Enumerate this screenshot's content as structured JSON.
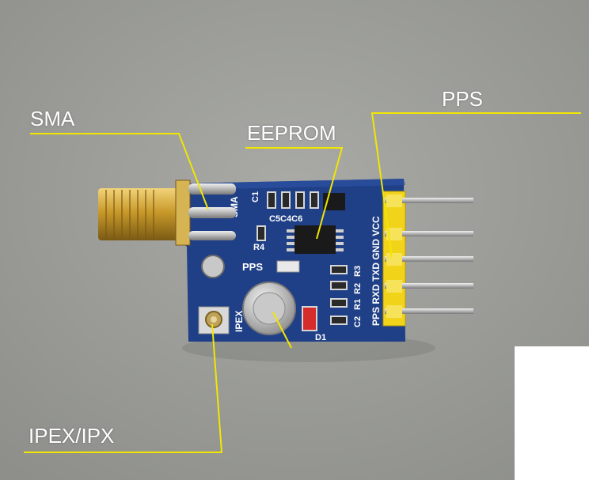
{
  "callouts": {
    "sma": "SMA",
    "eeprom": "EEPROM",
    "pps": "PPS",
    "ipex": "IPEX/IPX"
  },
  "board_silkscreen": {
    "sma": "SMA",
    "ipex": "IPEX",
    "pps_led": "PPS",
    "c1": "C1",
    "c5c4c6": "C5C4C6",
    "r4": "R4",
    "r3": "R3",
    "r2": "R2",
    "r1": "R1",
    "c2": "C2",
    "d1": "D1",
    "pins": "PPS RXD TXD GND VCC"
  },
  "colors": {
    "background": "#9d9e9a",
    "pcb": "#1f3f86",
    "leader_line": "#f2e600",
    "label": "#ffffff",
    "header": "#f1d31a",
    "gold": "#c99a2a"
  }
}
